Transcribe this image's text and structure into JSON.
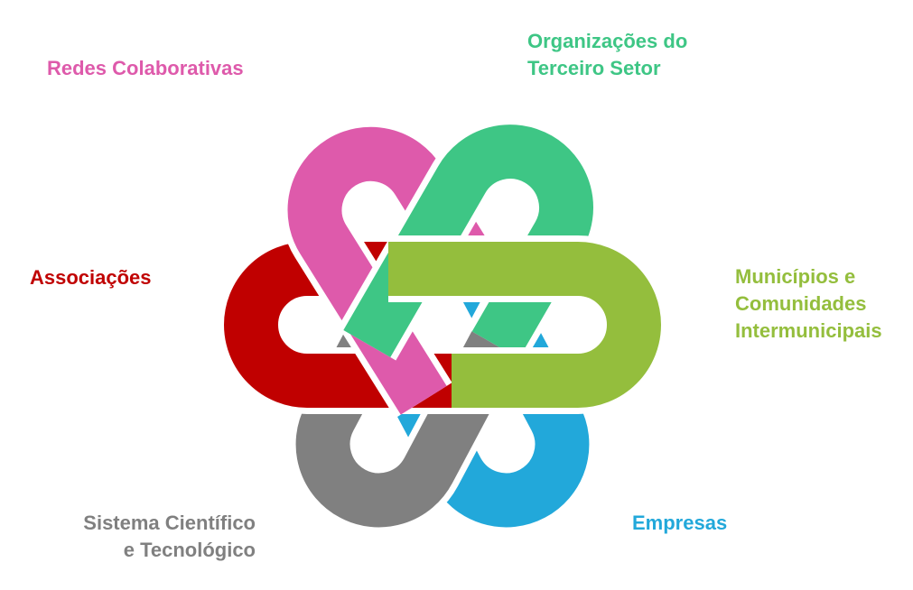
{
  "diagram": {
    "segments": [
      {
        "id": "redes",
        "lines": [
          "Redes Colaborativas"
        ],
        "color": "#de5aab"
      },
      {
        "id": "org",
        "lines": [
          "Organizações do",
          "Terceiro Setor"
        ],
        "color": "#3ec685"
      },
      {
        "id": "munic",
        "lines": [
          "Municípios e",
          "Comunidades",
          "Intermunicipais"
        ],
        "color": "#94be3d"
      },
      {
        "id": "emp",
        "lines": [
          "Empresas"
        ],
        "color": "#22a8da"
      },
      {
        "id": "sist",
        "lines": [
          "Sistema Científico",
          "e Tecnológico"
        ],
        "color": "#808080"
      },
      {
        "id": "assoc",
        "lines": [
          "Associações"
        ],
        "color": "#c00000"
      }
    ]
  }
}
